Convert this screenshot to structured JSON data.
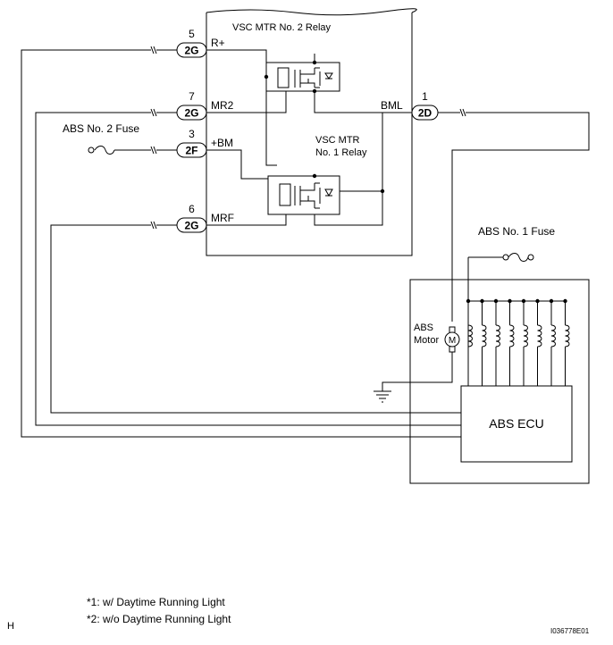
{
  "relays": {
    "no2": "VSC MTR No. 2 Relay",
    "no1_line1": "VSC MTR",
    "no1_line2": "No. 1 Relay"
  },
  "connectors": [
    {
      "pin": "5",
      "code": "2G",
      "signal": "R+"
    },
    {
      "pin": "7",
      "code": "2G",
      "signal": "MR2"
    },
    {
      "pin": "3",
      "code": "2F",
      "signal": "+BM"
    },
    {
      "pin": "6",
      "code": "2G",
      "signal": "MRF"
    },
    {
      "pin": "1",
      "code": "2D",
      "signal": "BML"
    }
  ],
  "fuses": {
    "abs_no2": "ABS No. 2 Fuse",
    "abs_no1": "ABS No. 1 Fuse"
  },
  "motor": {
    "label_line1": "ABS",
    "label_line2": "Motor",
    "symbol": "M"
  },
  "ecu": {
    "label": "ABS ECU"
  },
  "solenoid_count": 8,
  "notes": [
    "*1: w/ Daytime Running Light",
    "*2: w/o Daytime Running Light"
  ],
  "corner_left": "H",
  "figure_id": "I036778E01"
}
